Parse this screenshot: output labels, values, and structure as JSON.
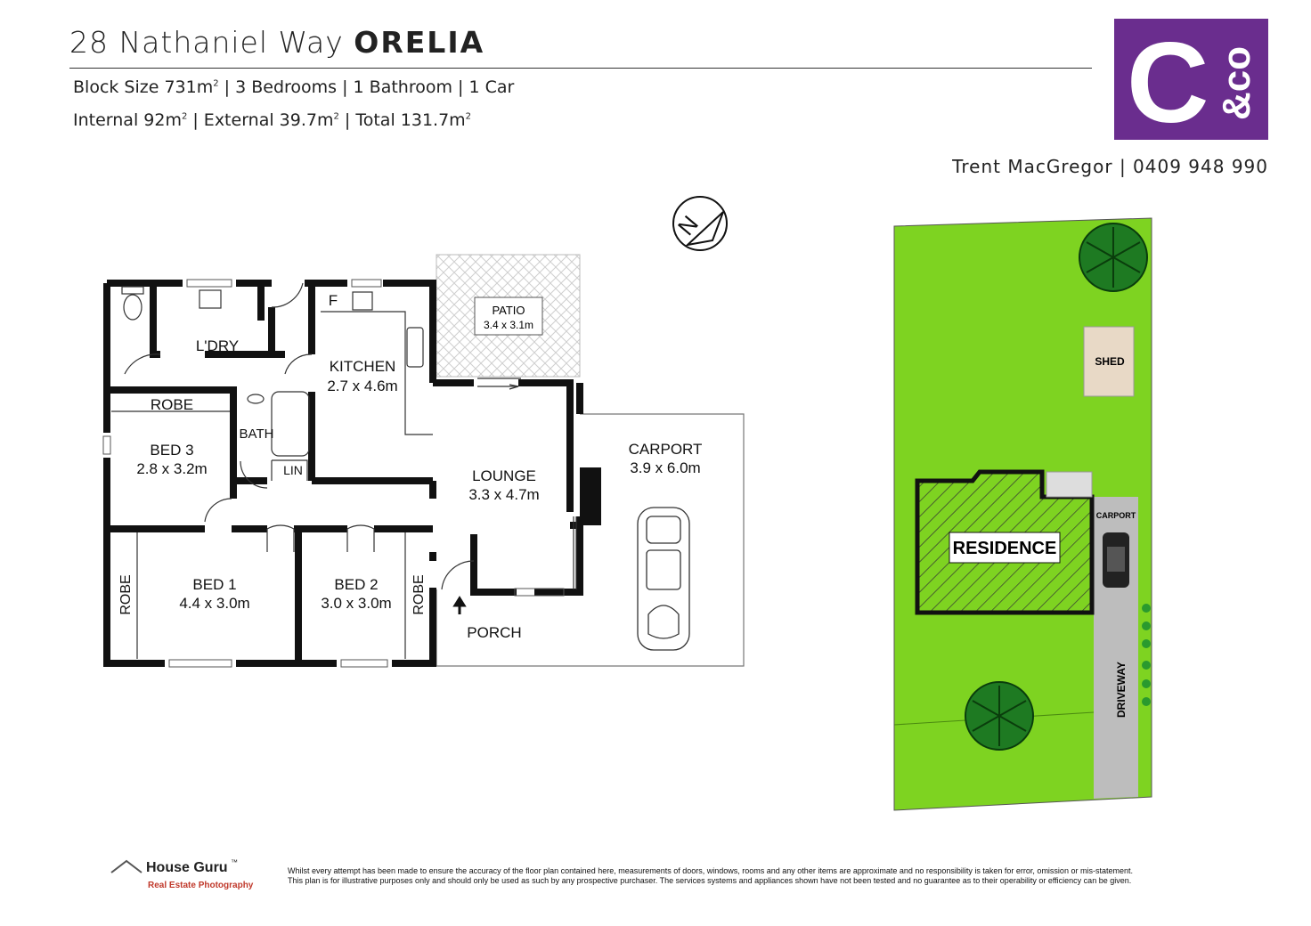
{
  "header": {
    "address": "28 Nathaniel Way",
    "suburb": "ORELIA",
    "line1_parts": [
      "Block Size 731m",
      "2",
      " | 3 Bedrooms | 1 Bathroom | 1 Car"
    ],
    "line2_a": "Internal 92m",
    "line2_b": " | External 39.7m",
    "line2_c": " | Total 131.7m",
    "sq": "2",
    "contact": "Trent MacGregor | 0409 948 990"
  },
  "logo": {
    "letter": "C",
    "suffix": "&co",
    "color": "#6a2d8e"
  },
  "floorplan": {
    "rooms": {
      "laundry": "L'DRY",
      "kitchen": "KITCHEN",
      "kitchen_size": "2.7 x 4.6m",
      "fridge": "F",
      "patio": "PATIO",
      "patio_size": "3.4 x 3.1m",
      "robe_top": "ROBE",
      "bath": "BATH",
      "bed3": "BED 3",
      "bed3_size": "2.8 x 3.2m",
      "linen": "LIN",
      "lounge": "LOUNGE",
      "lounge_size": "3.3 x 4.7m",
      "carport": "CARPORT",
      "carport_size": "3.9 x 6.0m",
      "bed1": "BED 1",
      "bed1_size": "4.4 x 3.0m",
      "bed2": "BED 2",
      "bed2_size": "3.0 x 3.0m",
      "robe_left": "ROBE",
      "robe_right": "ROBE",
      "porch": "PORCH"
    },
    "north": "N"
  },
  "siteplan": {
    "residence": "RESIDENCE",
    "shed": "SHED",
    "carport": "CARPORT",
    "driveway": "DRIVEWAY",
    "lawn_color": "#7ed321"
  },
  "footer": {
    "brand": "House Guru",
    "tm": "™",
    "tagline": "Real Estate Photography",
    "disclaimer1": "Whilst every attempt has been made to ensure the accuracy of the floor plan contained here, measurements of doors, windows, rooms and any other items are approximate and no responsibility is taken for error, omission or mis-statement.",
    "disclaimer2": "This plan is for illustrative purposes only and should only be used as such by any prospective purchaser. The services systems and appliances shown have not been tested and no guarantee as to their operability or efficiency can be given."
  }
}
